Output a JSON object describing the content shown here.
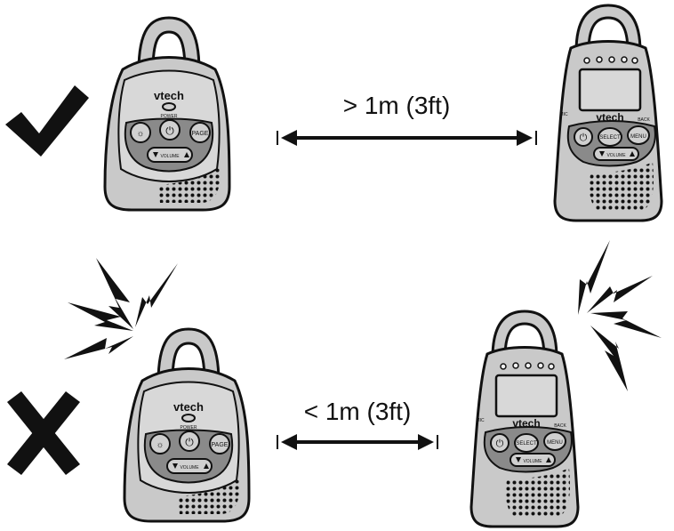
{
  "good_setup": {
    "distance_label": "> 1m (3ft)",
    "indicator": "checkmark-icon"
  },
  "bad_setup": {
    "distance_label": "< 1m (3ft)",
    "indicator": "cross-icon"
  },
  "baby_unit": {
    "brand": "vtech",
    "power_label": "POWER",
    "page_label": "PAGE",
    "volume_label": "VOLUME"
  },
  "parent_unit": {
    "brand": "vtech",
    "mic_label": "MIC",
    "back_label": "BACK",
    "select_label": "SELECT",
    "menu_label": "MENU",
    "volume_label": "VOLUME"
  }
}
